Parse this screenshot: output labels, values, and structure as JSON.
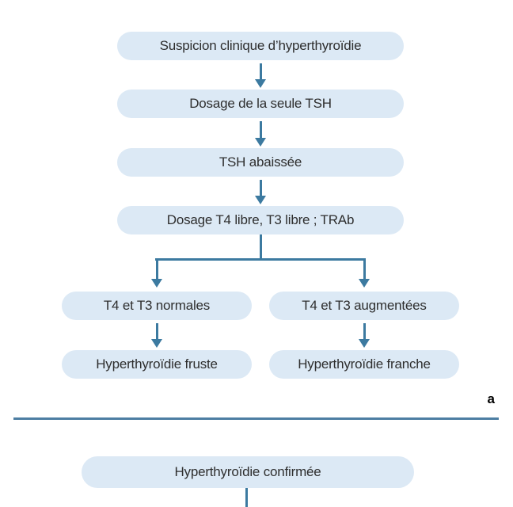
{
  "figure": {
    "panel_a": {
      "label": "a",
      "nodes": [
        {
          "id": "suspicion",
          "label": "Suspicion clinique d’hyperthyroïdie"
        },
        {
          "id": "dosage_tsh",
          "label": "Dosage de la seule TSH"
        },
        {
          "id": "tsh_abaissee",
          "label": "TSH abaissée"
        },
        {
          "id": "dosage_t4_t3",
          "label": "Dosage T4 libre, T3 libre ; TRAb"
        },
        {
          "id": "t4_t3_normales",
          "label": "T4 et T3 normales"
        },
        {
          "id": "t4_t3_augmentees",
          "label": "T4 et T3 augmentées"
        },
        {
          "id": "fruste",
          "label": "Hyperthyroïdie fruste"
        },
        {
          "id": "franche",
          "label": "Hyperthyroïdie franche"
        }
      ],
      "edges": [
        {
          "from": "suspicion",
          "to": "dosage_tsh"
        },
        {
          "from": "dosage_tsh",
          "to": "tsh_abaissee"
        },
        {
          "from": "tsh_abaissee",
          "to": "dosage_t4_t3"
        },
        {
          "from": "dosage_t4_t3",
          "to": "t4_t3_normales"
        },
        {
          "from": "dosage_t4_t3",
          "to": "t4_t3_augmentees"
        },
        {
          "from": "t4_t3_normales",
          "to": "fruste"
        },
        {
          "from": "t4_t3_augmentees",
          "to": "franche"
        }
      ]
    },
    "panel_b": {
      "nodes": [
        {
          "id": "confirmee",
          "label": "Hyperthyroïdie confirmée"
        }
      ]
    }
  },
  "colors": {
    "node_fill": "#dce9f5",
    "connector": "#3c7aa0",
    "divider": "#4d7ea3",
    "text": "#2e2e2e"
  }
}
